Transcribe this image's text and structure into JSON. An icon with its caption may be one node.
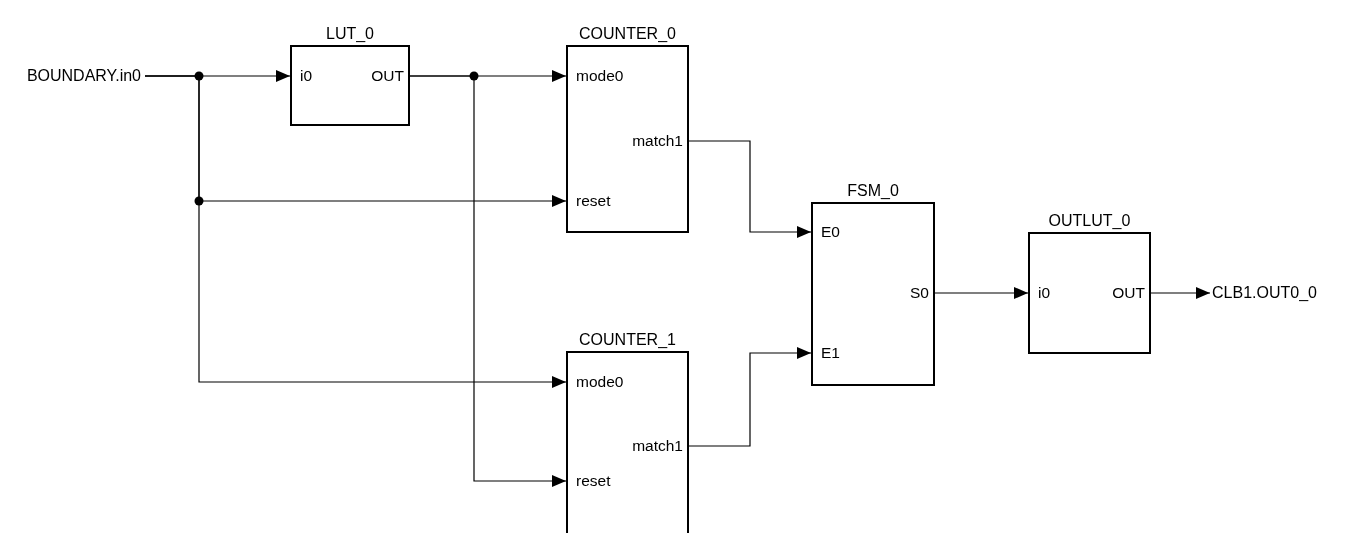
{
  "diagram": {
    "nodes": [
      {
        "text": [
          "BOUNDARY.in0"
        ]
      },
      {
        "text": [
          "LUT_0",
          "i0",
          "OUT"
        ]
      },
      {
        "text": [
          "COUNTER_0",
          "mode0",
          "match1",
          "reset"
        ]
      },
      {
        "text": [
          "COUNTER_1",
          "mode0",
          "match1",
          "reset"
        ]
      },
      {
        "text": [
          "FSM_0",
          "E0",
          "E1",
          "S0"
        ]
      },
      {
        "text": [
          "OUTLUT_0",
          "i0",
          "OUT"
        ]
      },
      {
        "text": [
          "CLB1.OUT0_0"
        ]
      }
    ],
    "edges": [
      {
        "from": 0,
        "to": 1,
        "arrow": "to"
      },
      {
        "from": 0,
        "to": 2,
        "arrow": "to"
      },
      {
        "from": 0,
        "to": 3,
        "arrow": "to"
      },
      {
        "from": 1,
        "to": 2,
        "arrow": "to"
      },
      {
        "from": 1,
        "to": 3,
        "arrow": "to"
      },
      {
        "from": 2,
        "to": 4,
        "arrow": "to"
      },
      {
        "from": 3,
        "to": 4,
        "arrow": "to"
      },
      {
        "from": 4,
        "to": 5,
        "arrow": "to"
      },
      {
        "from": 5,
        "to": 6,
        "arrow": "to"
      }
    ]
  }
}
